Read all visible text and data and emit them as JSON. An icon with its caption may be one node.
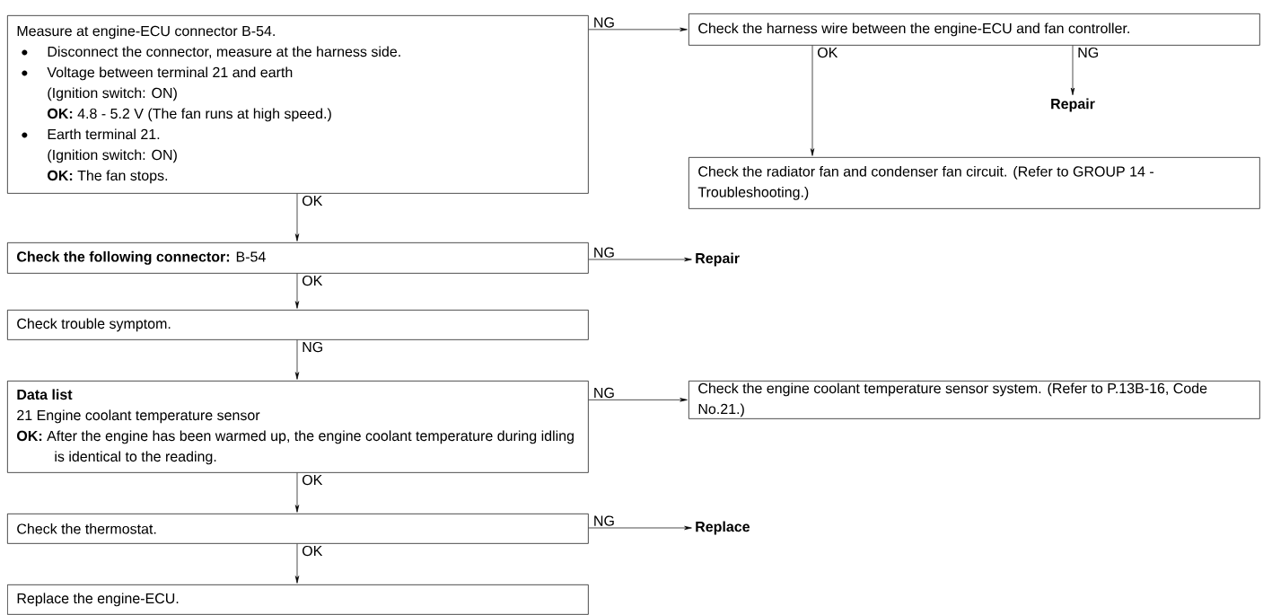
{
  "diagram": {
    "nodes": [
      {
        "text": [
          "Measure at engine-ECU connector B-54.",
          "Disconnect the connector, measure at the harness side.",
          "Voltage between terminal 21 and earth",
          "(Ignition switch: ON)",
          "**OK:** 4.8 - 5.2 V (The fan runs at high speed.)",
          "Earth terminal 21.",
          "(Ignition switch: ON)",
          "**OK:** The fan stops."
        ]
      },
      {
        "text": [
          "Check the harness wire between the engine-ECU and fan controller."
        ]
      },
      {
        "text": [
          "Repair"
        ]
      },
      {
        "text": [
          "Check the radiator fan and condenser fan circuit. (Refer to GROUP 14 - Troubleshooting.)"
        ]
      },
      {
        "text": [
          "**Check the following connector:** B-54"
        ]
      },
      {
        "text": [
          "Repair"
        ]
      },
      {
        "text": [
          "Check trouble symptom."
        ]
      },
      {
        "text": [
          "Data list",
          "21 Engine coolant temperature sensor",
          "**OK:** After the engine has been warmed up, the engine coolant temperature during idling is identical to the reading."
        ]
      },
      {
        "text": [
          "Check the engine coolant temperature sensor system. (Refer to P.13B-16, Code No.21.)"
        ]
      },
      {
        "text": [
          "Check the thermostat."
        ]
      },
      {
        "text": [
          "Replace"
        ]
      },
      {
        "text": [
          "Replace the engine-ECU."
        ]
      }
    ],
    "edges": [
      {
        "from": 0,
        "to": 1,
        "arrow": "to",
        "label": "NG"
      },
      {
        "from": 1,
        "to": 3,
        "arrow": "to",
        "label": "OK"
      },
      {
        "from": 1,
        "to": 2,
        "arrow": "to",
        "label": "NG"
      },
      {
        "from": 0,
        "to": 4,
        "arrow": "to",
        "label": "OK"
      },
      {
        "from": 4,
        "to": 5,
        "arrow": "to",
        "label": "NG"
      },
      {
        "from": 4,
        "to": 6,
        "arrow": "to",
        "label": "OK"
      },
      {
        "from": 6,
        "to": 7,
        "arrow": "to",
        "label": "NG"
      },
      {
        "from": 7,
        "to": 8,
        "arrow": "to",
        "label": "NG"
      },
      {
        "from": 7,
        "to": 9,
        "arrow": "to",
        "label": "OK"
      },
      {
        "from": 9,
        "to": 10,
        "arrow": "to",
        "label": "NG"
      },
      {
        "from": 9,
        "to": 11,
        "arrow": "to",
        "label": "OK"
      }
    ]
  }
}
